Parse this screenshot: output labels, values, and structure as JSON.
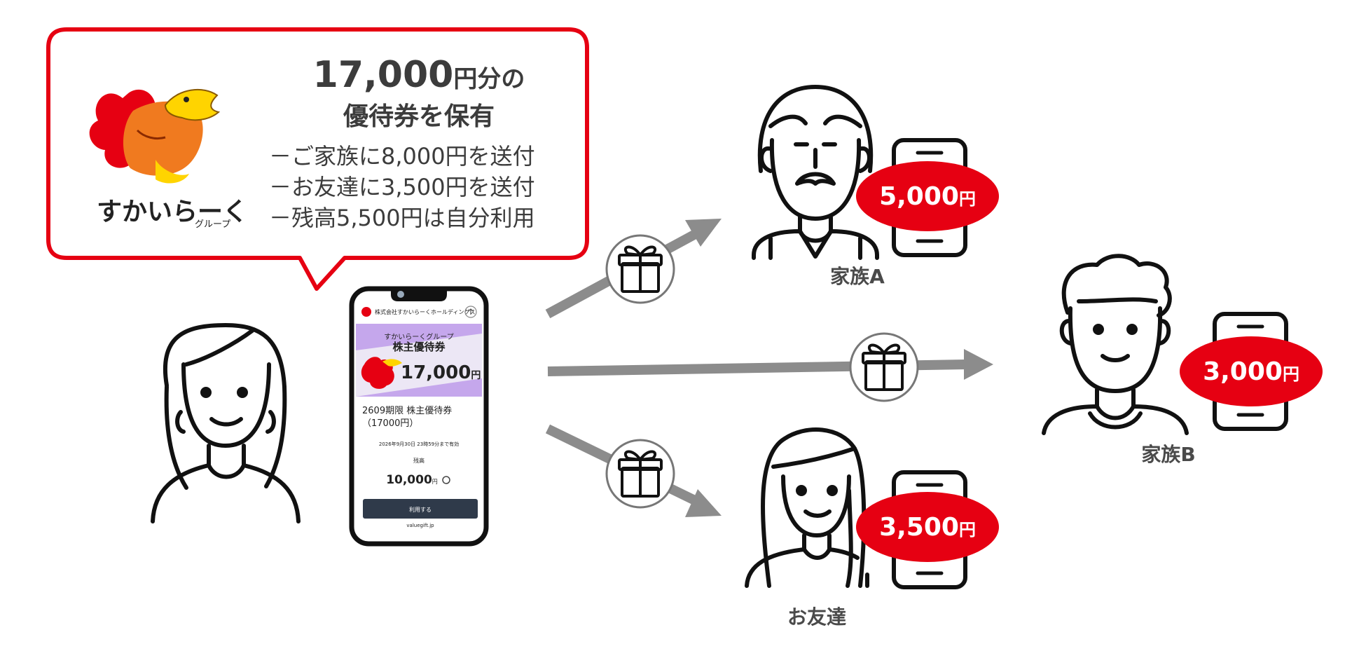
{
  "colors": {
    "accent_red": "#e60012",
    "arrow_gray": "#8c8c8c",
    "ink": "#111111",
    "text_dark": "#3c3c3c"
  },
  "bubble": {
    "logo_brand": "すかいらーく",
    "logo_sub": "グループ",
    "headline_amount": "17,000",
    "headline_suffix": "円分の",
    "headline_line2": "優待券を保有",
    "bullets": [
      "－ご家族に8,000円を送付",
      "－お友達に3,500円を送付",
      "－残高5,500円は自分利用"
    ]
  },
  "phone_screen": {
    "company": "株式会社すかいらーくホールディングス",
    "ticket_group": "すかいらーくグループ",
    "ticket_title": "株主優待券",
    "ticket_amount": "17,000",
    "ticket_amount_unit": "円",
    "item_title": "2609期限 株主優待券",
    "item_sub": "（17000円）",
    "expiry": "2026年9月30日 23時59分まで有効",
    "balance_label": "残高",
    "balance_value": "10,000",
    "balance_unit": "円",
    "use_button": "利用する",
    "footer": "valuegift.jp"
  },
  "recipients": [
    {
      "name": "家族A",
      "amount": "5,000",
      "unit": "円",
      "icon": "elderly-man-icon"
    },
    {
      "name": "家族B",
      "amount": "3,000",
      "unit": "円",
      "icon": "young-man-icon"
    },
    {
      "name": "お友達",
      "amount": "3,500",
      "unit": "円",
      "icon": "woman-long-hair-icon"
    }
  ],
  "icons": {
    "sender": "woman-icon",
    "gift": "gift-icon",
    "smartphone": "smartphone-icon"
  }
}
